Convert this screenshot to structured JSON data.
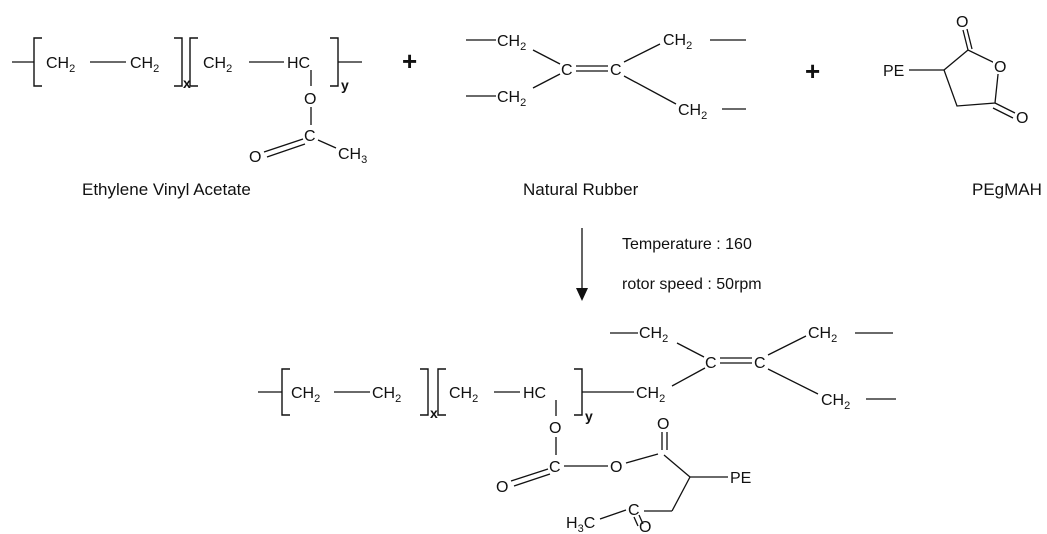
{
  "labels": {
    "eva": "Ethylene Vinyl Acetate",
    "nr": "Natural Rubber",
    "pegmah": "PEgMAH",
    "temperature": "Temperature : 160",
    "rotor_speed": "rotor speed : 50rpm",
    "plus": "+"
  },
  "atoms": {
    "ch": "CH",
    "h": "H",
    "c": "C",
    "hc": "HC",
    "o": "O",
    "pe": "PE",
    "ch3": "CH",
    "h3c": "H",
    "sub2": "2",
    "sub3": "3",
    "x": "x",
    "y": "y"
  }
}
